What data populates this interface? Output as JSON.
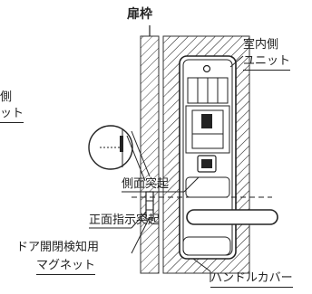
{
  "title": "扉枠",
  "labels": {
    "indoor_unit_line1": "室内側",
    "indoor_unit_line2": "ユニット",
    "side_protrusion": "側面突起",
    "front_protrusion": "正面指示突起",
    "magnet_line1": "ドア開閉検知用",
    "magnet_line2": "マグネット",
    "handle_cover": "ハンドルカバー",
    "cut_line1": "側",
    "cut_line2": "ット"
  }
}
